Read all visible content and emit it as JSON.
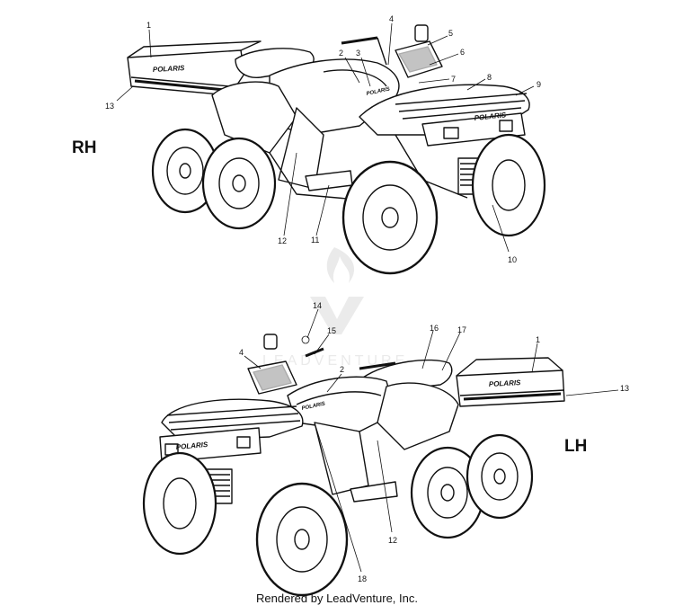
{
  "views": {
    "rh": {
      "label": "RH"
    },
    "lh": {
      "label": "LH"
    }
  },
  "brand_decal_text": "POLARIS",
  "rh_callouts": [
    "1",
    "2",
    "3",
    "4",
    "5",
    "6",
    "7",
    "8",
    "9",
    "10",
    "11",
    "12",
    "13"
  ],
  "lh_callouts": [
    "1",
    "2",
    "4",
    "12",
    "13",
    "14",
    "15",
    "16",
    "17",
    "18"
  ],
  "watermark": {
    "text": "LEADVENTURE"
  },
  "footer": {
    "text": "Rendered by LeadVenture, Inc."
  }
}
